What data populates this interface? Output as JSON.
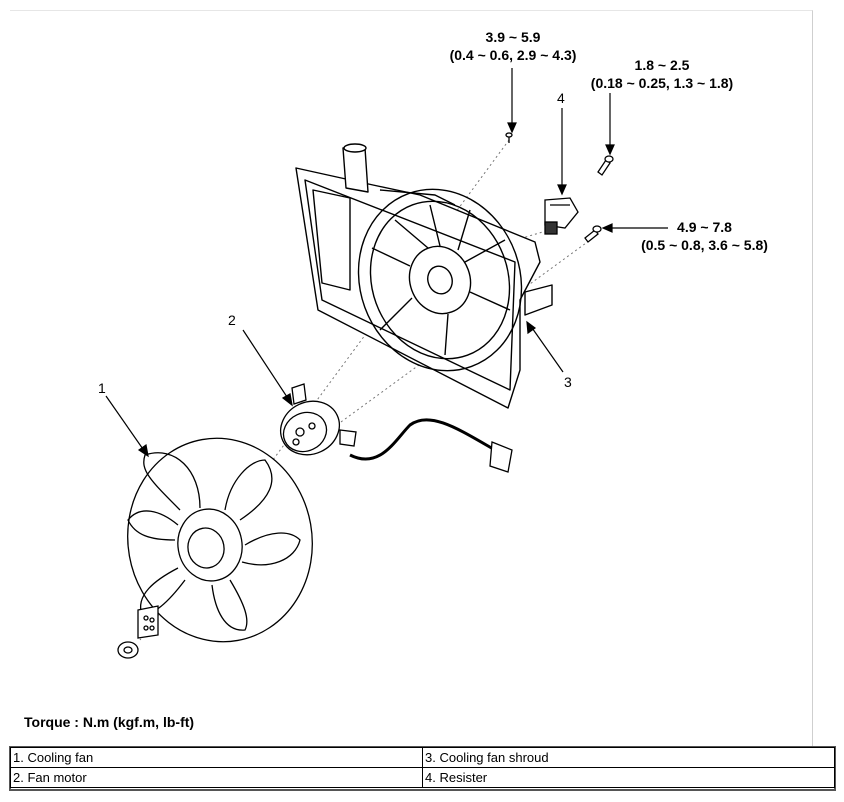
{
  "torque_specs": [
    {
      "range": "3.9 ~ 5.9",
      "detail": "(0.4 ~ 0.6, 2.9 ~ 4.3)"
    },
    {
      "range": "1.8 ~ 2.5",
      "detail": "(0.18 ~ 0.25, 1.3 ~ 1.8)"
    },
    {
      "range": "4.9 ~ 7.8",
      "detail": "(0.5 ~ 0.8, 3.6 ~ 5.8)"
    }
  ],
  "callouts": [
    "1",
    "2",
    "3",
    "4"
  ],
  "torque_caption": "Torque : N.m (kgf.m, lb-ft)",
  "legend": [
    [
      "1. Cooling fan",
      "3. Cooling fan shroud"
    ],
    [
      "2. Fan motor",
      "4. Resister"
    ]
  ]
}
